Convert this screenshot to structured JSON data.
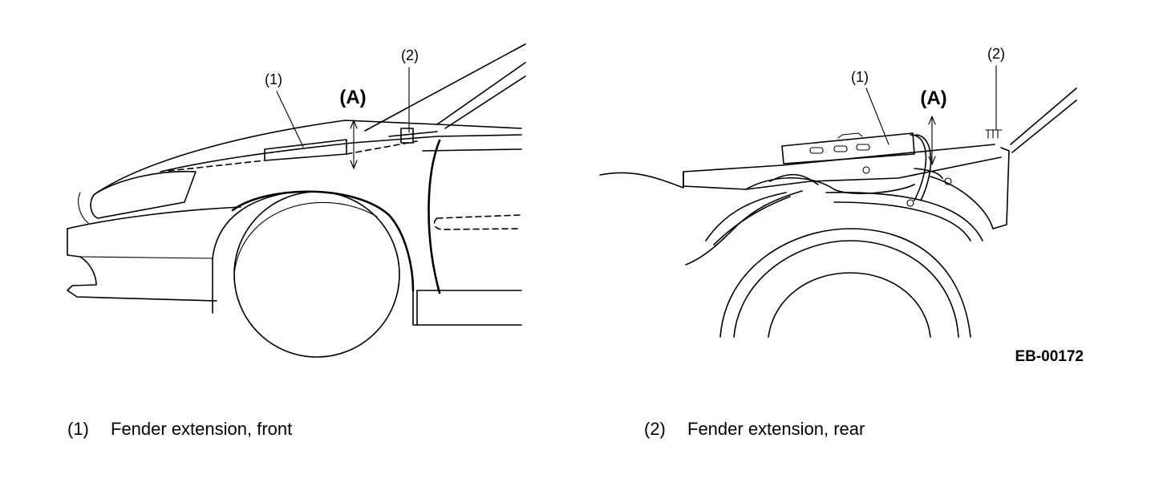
{
  "figure_code": "EB-00172",
  "left_view": {
    "callout_1": "(1)",
    "callout_2": "(2)",
    "dimension": "(A)"
  },
  "right_view": {
    "callout_1": "(1)",
    "callout_2": "(2)",
    "dimension": "(A)"
  },
  "legend": [
    {
      "num": "(1)",
      "text": "Fender extension, front"
    },
    {
      "num": "(2)",
      "text": "Fender extension, rear"
    }
  ]
}
